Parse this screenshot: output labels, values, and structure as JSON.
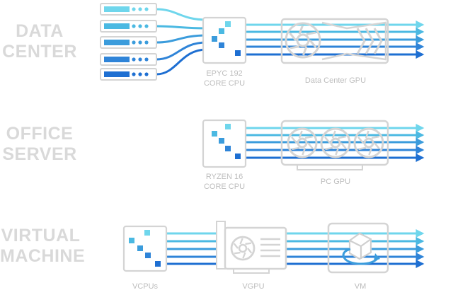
{
  "sections": [
    {
      "title_lines": [
        "DATA",
        "CENTER"
      ],
      "captions": [
        [
          "EPYC 192",
          "CORE CPU"
        ],
        [
          "Data Center GPU"
        ]
      ]
    },
    {
      "title_lines": [
        "OFFICE",
        "SERVER"
      ],
      "captions": [
        [
          "RYZEN 16",
          "CORE CPU"
        ],
        [
          "PC GPU"
        ]
      ]
    },
    {
      "title_lines": [
        "VIRTUAL",
        "MACHINE"
      ],
      "captions": [
        [
          "VCPUs"
        ],
        [
          "VGPU"
        ],
        [
          "VM"
        ]
      ]
    }
  ],
  "colors": {
    "title": "#d9d9d9",
    "outline": "#d4d4d4",
    "caption": "#bdbdbd",
    "streams": [
      "#6fd6ec",
      "#4bb9e2",
      "#3b9cdc",
      "#2f84d8",
      "#1e6fd2"
    ]
  },
  "icons": {
    "server": "server-rack-icon",
    "cpu": "cpu-chip-icon",
    "gpu": "graphics-card-icon",
    "vm": "virtual-machine-cube-icon"
  }
}
